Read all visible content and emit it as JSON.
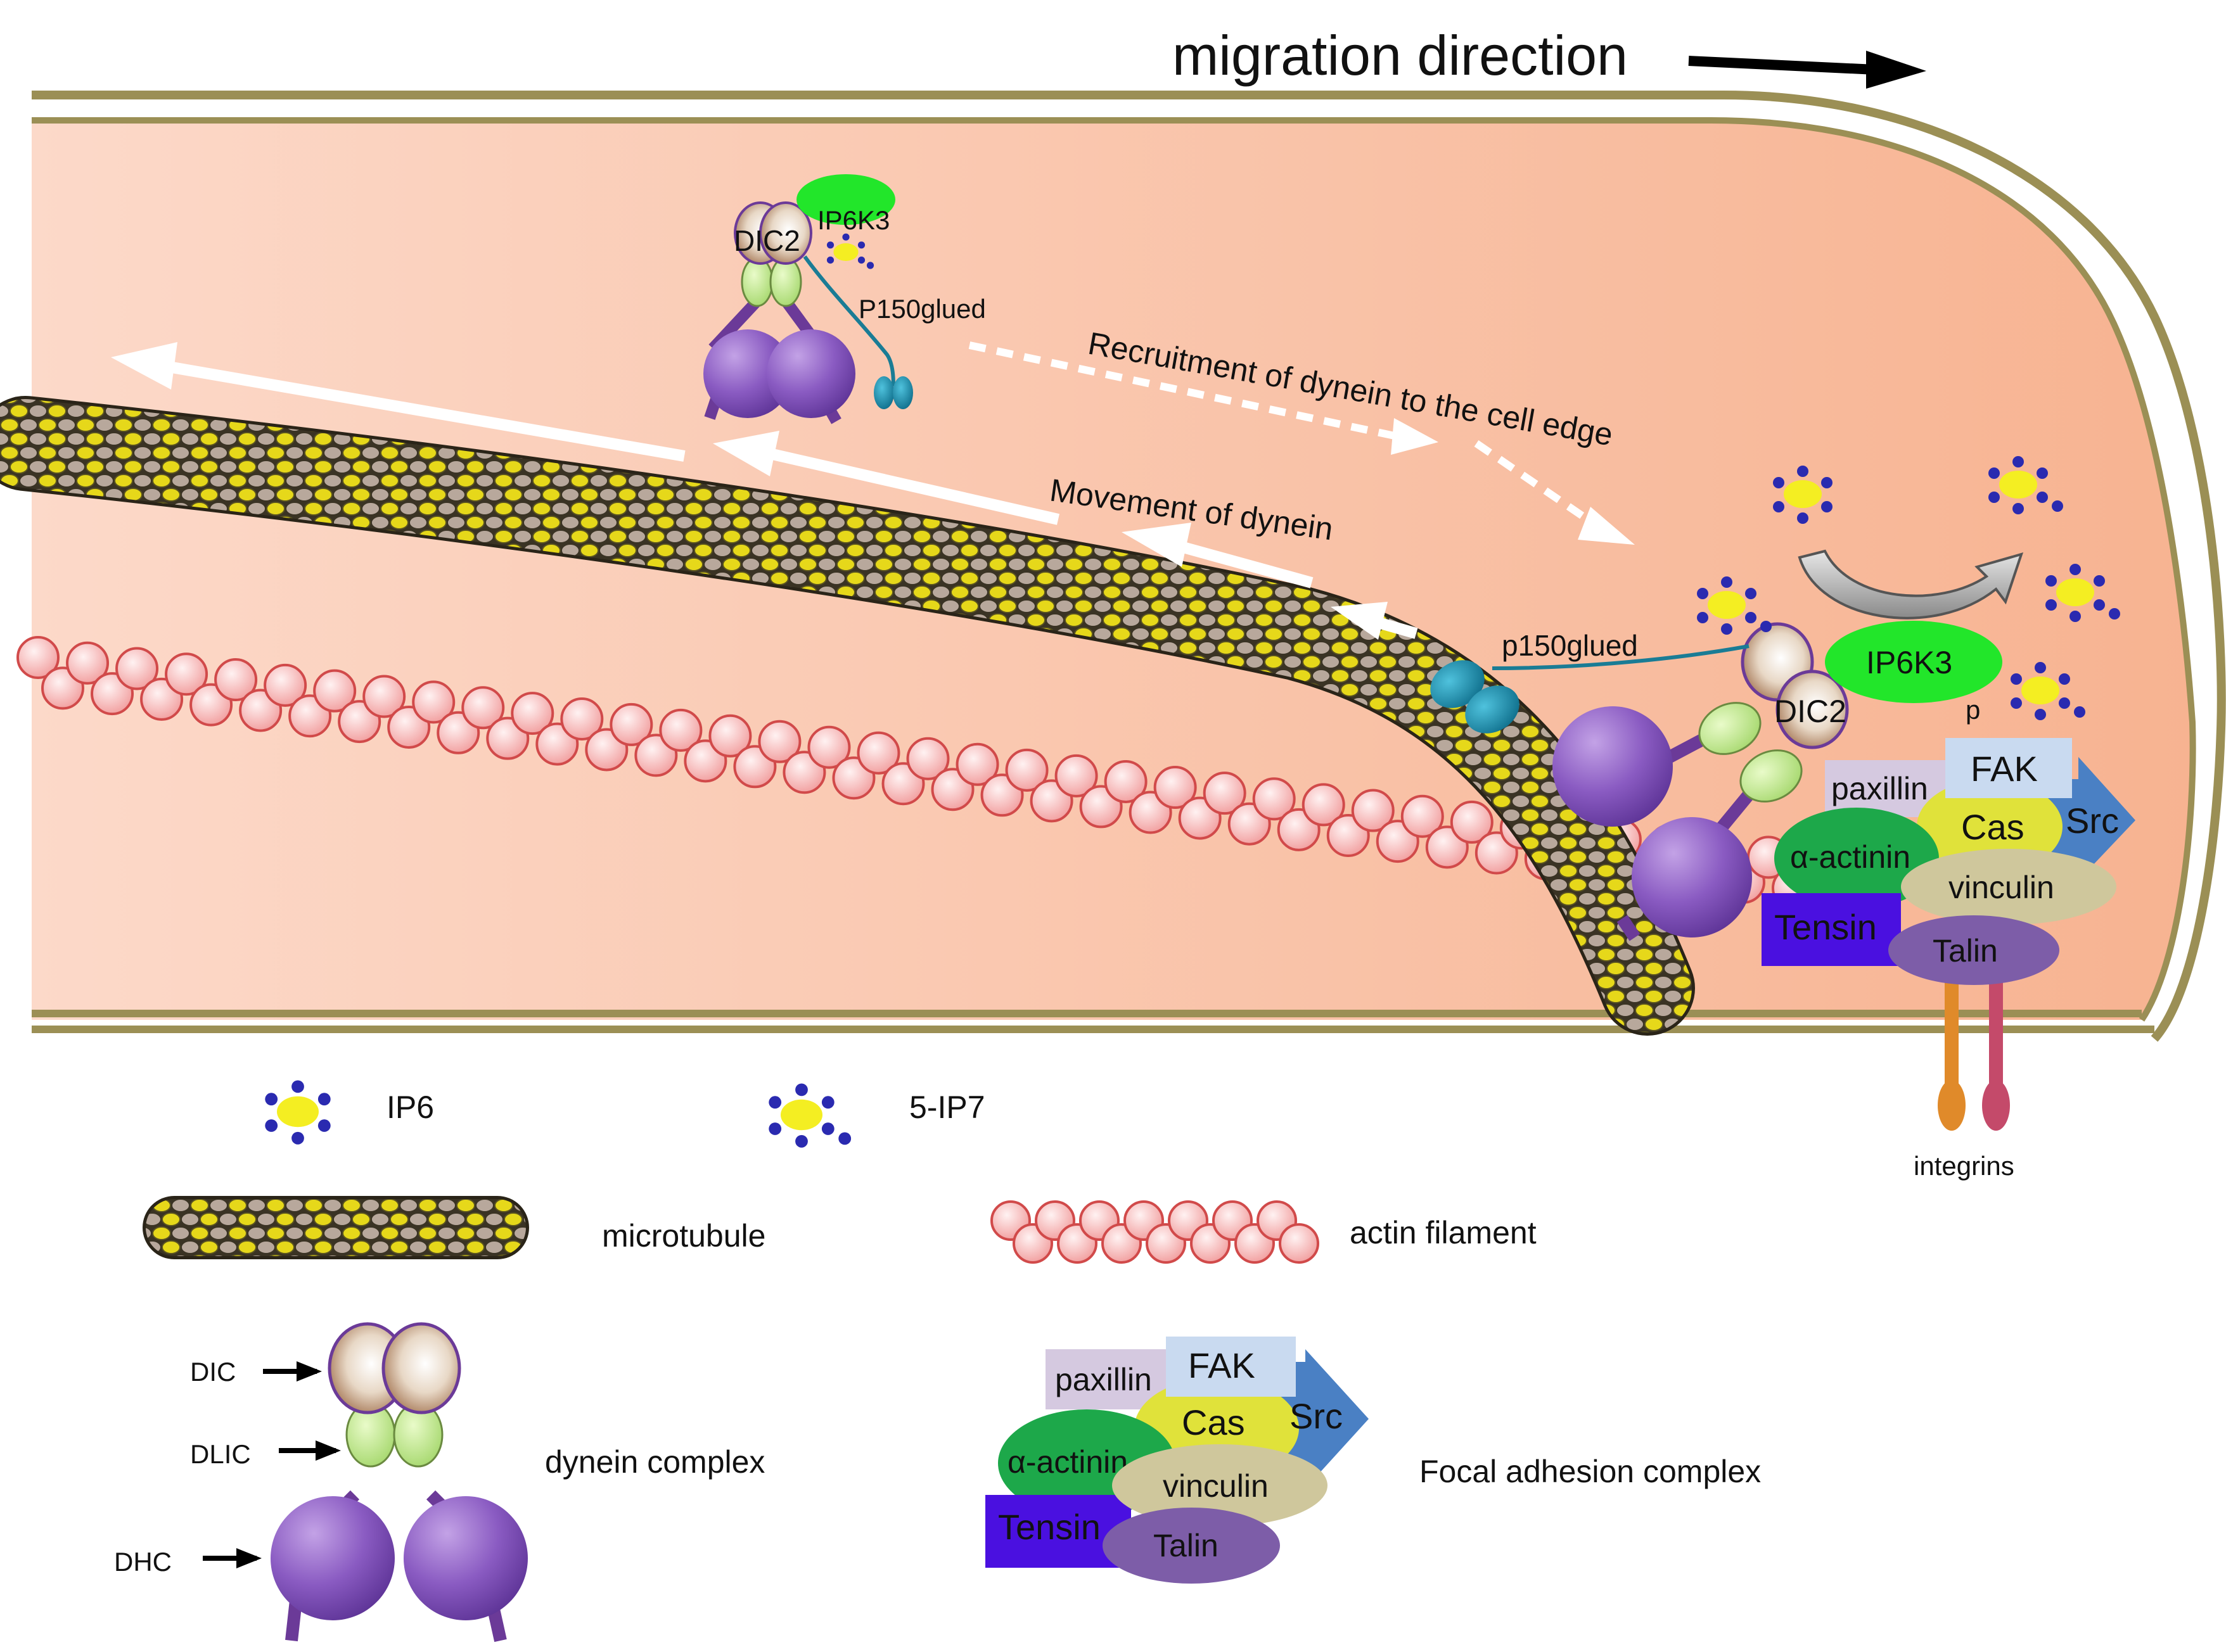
{
  "title": "migration direction",
  "annotations": {
    "recruitment": "Recruitment  of dynein to the cell edge",
    "movement": "Movement of dynein"
  },
  "top_dynein": {
    "dic_label": "DIC2",
    "kinase_label": "IP6K3",
    "p150_label": "P150glued"
  },
  "edge_dynein": {
    "dic_label": "DIC2",
    "p150_label": "p150glued",
    "kinase_label": "IP6K3",
    "phospho_label": "p"
  },
  "focal_adhesion": {
    "paxillin": "paxillin",
    "fak": "FAK",
    "cas": "Cas",
    "src": "Src",
    "actinin": "α-actinin",
    "vinculin": "vinculin",
    "tensin": "Tensin",
    "talin": "Talin"
  },
  "integrins_label": "integrins",
  "legend": {
    "ip6": "IP6",
    "ip7": "5-IP7",
    "microtubule": "microtubule",
    "actin": "actin filament",
    "dynein_complex": "dynein complex",
    "focal_adhesion_complex": "Focal adhesion complex",
    "dic": "DIC",
    "dlic": "DLIC",
    "dhc": "DHC"
  },
  "colors": {
    "cytoplasm": "#fbd6c2",
    "membrane": "#9b8f55",
    "microtubule_yellow": "#e6d81a",
    "microtubule_brown": "#b8a89c",
    "actin": "#f7bcbc",
    "dynein_heavy": "#8a5bc2",
    "dynein_light": "#c4ea92",
    "p150": "#1a8fb0",
    "ip6k3": "#22e62a",
    "paxillin": "#d5c9e0",
    "fak": "#c9daf0",
    "cas": "#e0e23a",
    "src": "#4a80c4",
    "actinin": "#1da84a",
    "vinculin": "#cfc79c",
    "tensin": "#4a10e0",
    "talin": "#7d5da8",
    "integrin_orange": "#e08a2a",
    "integrin_red": "#c44a6a"
  }
}
